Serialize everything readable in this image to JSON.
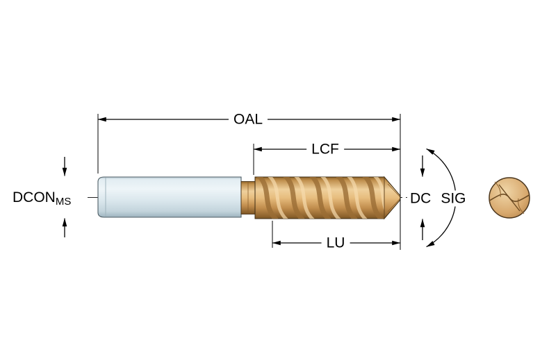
{
  "page": {
    "background": "#ffffff"
  },
  "figure": {
    "type": "technical-drawing",
    "subject": "Twist drill dimensional diagram with shank, fluted body, point, dimension callouts and tip end view",
    "labels": {
      "oal": "OAL",
      "lcf": "LCF",
      "lu": "LU",
      "dcon": "DCON",
      "dcon_subscript": "MS",
      "dc": "DC",
      "sig": "SIG"
    },
    "colors": {
      "line": "#000000",
      "shank": "#dde9ee",
      "flute_body": "#dca96c",
      "end_view": "#d9ab72"
    }
  }
}
